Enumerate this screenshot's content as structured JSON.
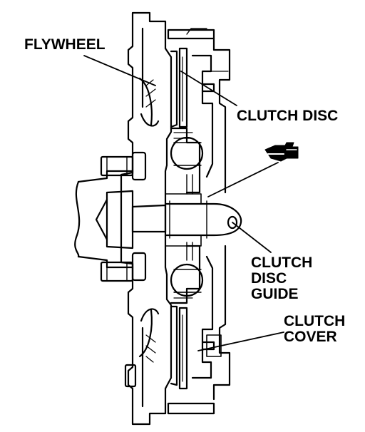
{
  "labels": {
    "flywheel": "FLYWHEEL",
    "clutch_disc": "CLUTCH DISC",
    "clutch_disc_guide": [
      "CLUTCH",
      "DISC",
      "GUIDE"
    ],
    "clutch_cover": [
      "CLUTCH",
      "COVER"
    ]
  },
  "icons": {
    "lubricant": "grease-gun-icon"
  },
  "colors": {
    "ink": "#000000",
    "paper": "#ffffff"
  }
}
